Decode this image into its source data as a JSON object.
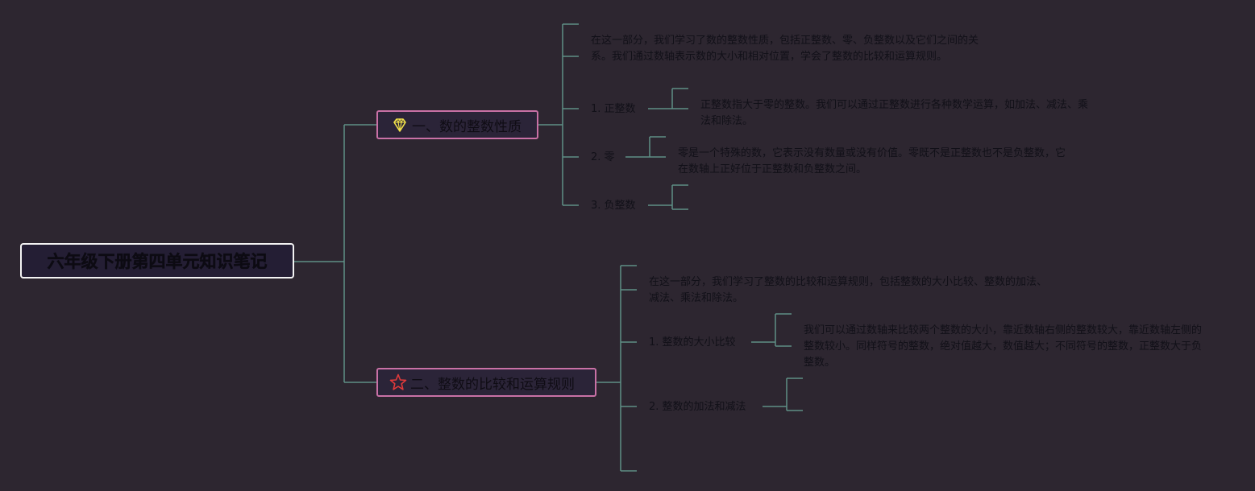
{
  "root": {
    "title": "六年级下册第四单元知识笔记"
  },
  "colors": {
    "background": "#2d2630",
    "connector": "#5e8f86",
    "root_border": "#f3f3f3",
    "branch_border": "#c971a6",
    "text": "#111018",
    "gem_icon": "#f2e24a",
    "star_icon": "#e23a3a"
  },
  "branches": [
    {
      "title": "一、数的整数性质",
      "icon": "gem-icon",
      "intro": "在这一部分，我们学习了数的整数性质，包括正整数、零、负整数以及它们之间的关系。我们通过数轴表示数的大小和相对位置，学会了整数的比较和运算规则。",
      "items": [
        {
          "label": "1. 正整数",
          "detail": "正整数指大于零的整数。我们可以通过正整数进行各种数学运算，如加法、减法、乘法和除法。"
        },
        {
          "label": "2. 零",
          "detail": "零是一个特殊的数，它表示没有数量或没有价值。零既不是正整数也不是负整数，它在数轴上正好位于正整数和负整数之间。"
        },
        {
          "label": "3. 负整数",
          "detail": ""
        }
      ]
    },
    {
      "title": "二、整数的比较和运算规则",
      "icon": "star-icon",
      "intro": "在这一部分，我们学习了整数的比较和运算规则，包括整数的大小比较、整数的加法、减法、乘法和除法。",
      "items": [
        {
          "label": "1. 整数的大小比较",
          "detail": "我们可以通过数轴来比较两个整数的大小，靠近数轴右侧的整数较大，靠近数轴左侧的整数较小。同样符号的整数，绝对值越大，数值越大；不同符号的整数，正整数大于负整数。"
        },
        {
          "label": "2. 整数的加法和减法",
          "detail": ""
        }
      ]
    }
  ]
}
